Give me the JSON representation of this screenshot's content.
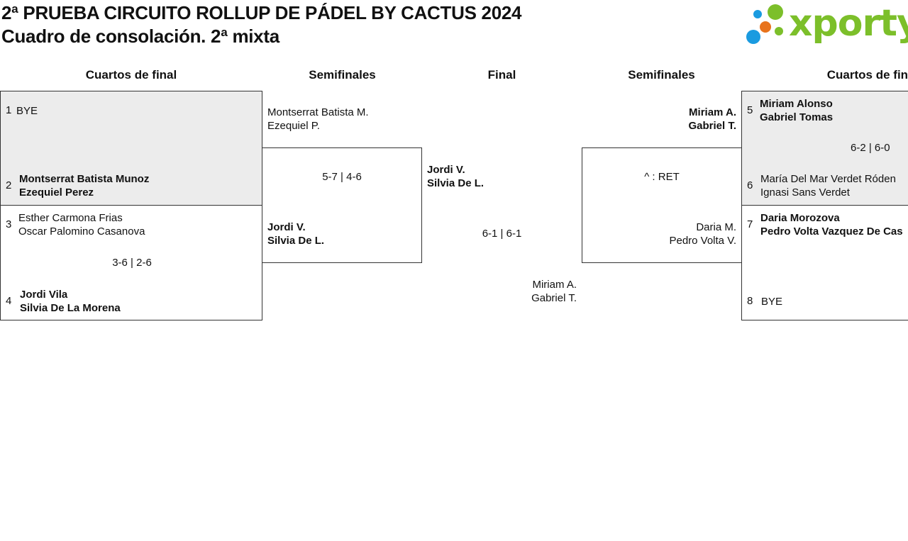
{
  "header": {
    "title": "2ª PRUEBA CIRCUITO ROLLUP DE PÁDEL BY CACTUS 2024",
    "subtitle": "Cuadro de consolación. 2ª mixta",
    "logo_text": "xporty",
    "logo_colors": {
      "blue": "#1a9be0",
      "orange": "#e8731c",
      "green": "#7cbf2a"
    }
  },
  "rounds": {
    "left_qf": "Cuartos de final",
    "left_sf": "Semifinales",
    "final": "Final",
    "right_sf": "Semifinales",
    "right_qf": "Cuartos de final"
  },
  "left": {
    "qf1": {
      "seed_a": "1",
      "team_a": [
        "BYE"
      ],
      "seed_b": "2",
      "team_b": [
        "Montserrat Batista Munoz",
        "Ezequiel Perez"
      ],
      "score": ""
    },
    "qf2": {
      "seed_a": "3",
      "team_a": [
        "Esther Carmona Frias",
        "Oscar Palomino Casanova"
      ],
      "seed_b": "4",
      "team_b": [
        "Jordi Vila",
        "Silvia De La Morena"
      ],
      "score": "3-6 | 2-6"
    },
    "sf": {
      "team_a": [
        "Montserrat Batista M.",
        "Ezequiel P."
      ],
      "team_b": [
        "Jordi V.",
        "Silvia De L."
      ],
      "score": "5-7 | 4-6"
    }
  },
  "final": {
    "team_a": [
      "Jordi V.",
      "Silvia De L."
    ],
    "team_b": [
      "Miriam A.",
      "Gabriel T."
    ],
    "score": "6-1 | 6-1"
  },
  "right": {
    "sf": {
      "team_a": [
        "Miriam A.",
        "Gabriel T."
      ],
      "team_b": [
        "Daria M.",
        "Pedro Volta V."
      ],
      "score": "^ : RET"
    },
    "qf1": {
      "seed_a": "5",
      "team_a": [
        "Miriam Alonso",
        "Gabriel Tomas"
      ],
      "seed_b": "6",
      "team_b": [
        "María Del Mar Verdet Róden",
        "Ignasi Sans Verdet"
      ],
      "score": "6-2 | 6-0"
    },
    "qf2": {
      "seed_a": "7",
      "team_a": [
        "Daria Morozova",
        "Pedro Volta Vazquez De Cas"
      ],
      "seed_b": "8",
      "team_b": [
        "BYE"
      ],
      "score": ""
    }
  }
}
